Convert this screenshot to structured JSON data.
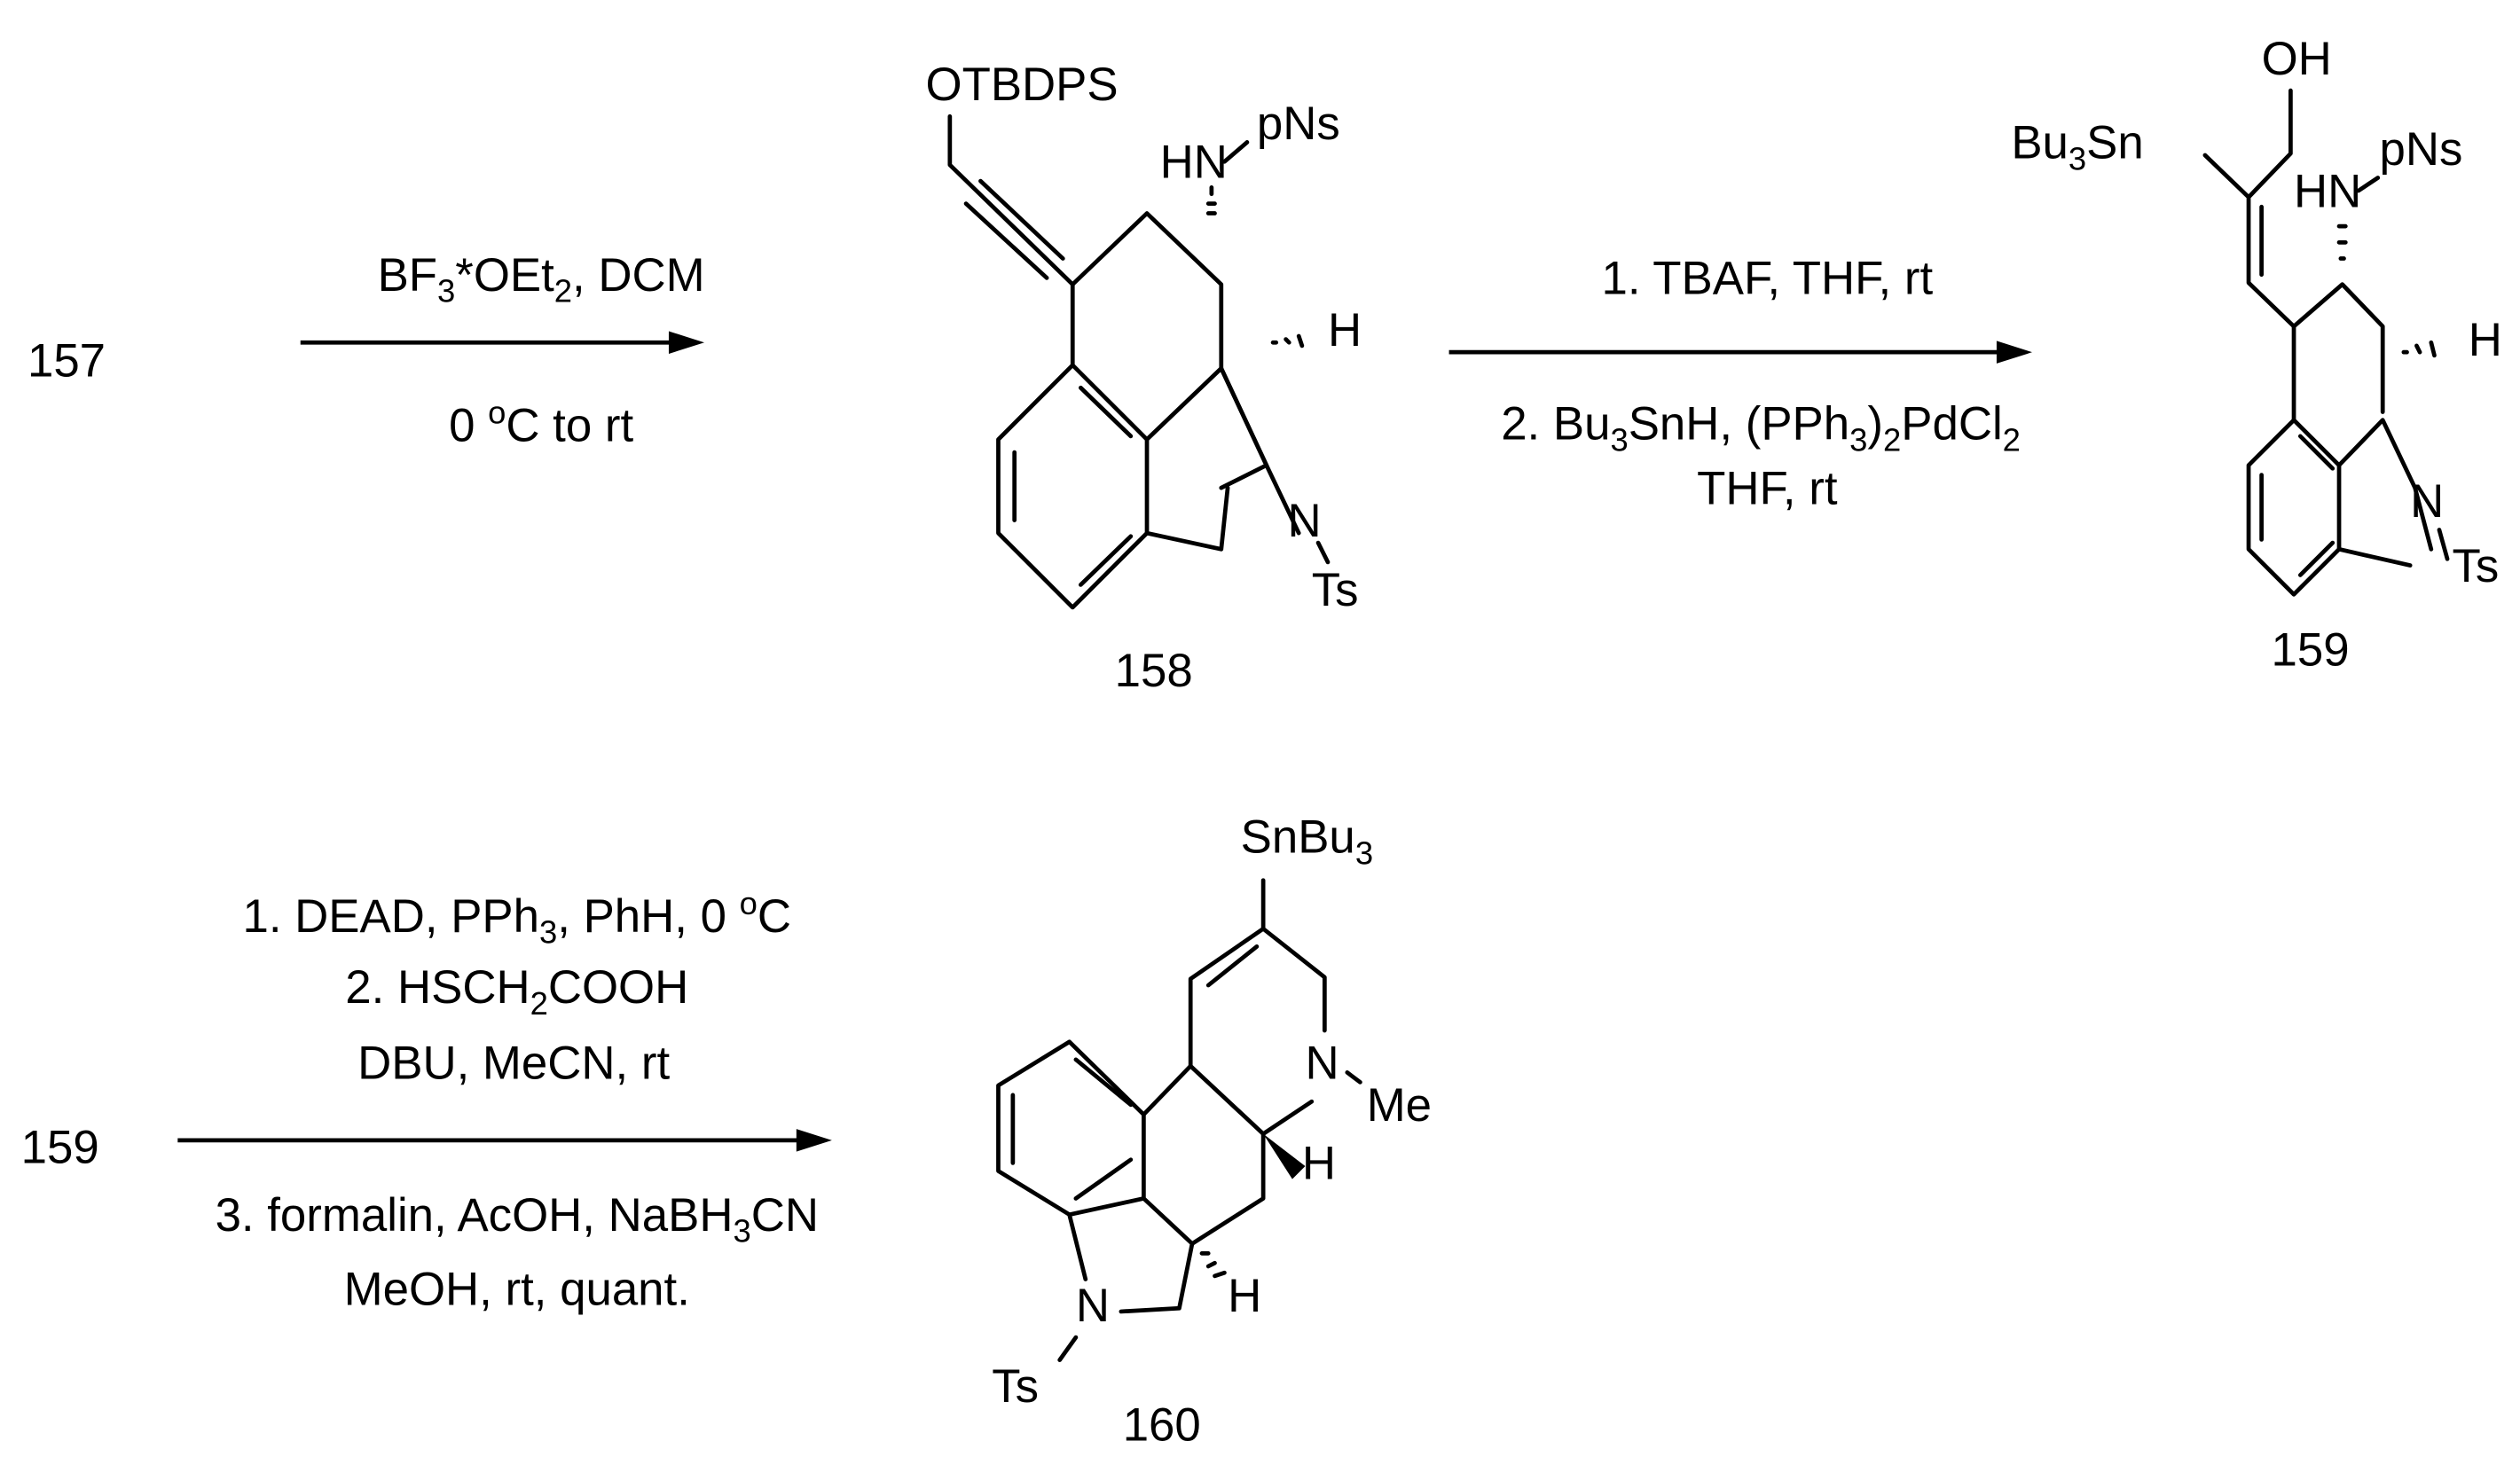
{
  "scheme": {
    "row1": {
      "step1": {
        "start_compound": "157",
        "conditions_above": "BF3*OEt2, DCM",
        "conditions_below": "0 oC to rt",
        "product": {
          "label": "158",
          "groups": {
            "top": "OTBDPS",
            "amine": "HN",
            "amine_sub": "pNs",
            "H": "H",
            "N": "N",
            "Ts": "Ts"
          }
        }
      },
      "step2": {
        "conditions_above": "1. TBAF, THF, rt",
        "conditions_below_1": "2. Bu3SnH, (PPh3)2PdCl2",
        "conditions_below_2": "THF, rt",
        "product": {
          "label": "159",
          "groups": {
            "OH": "OH",
            "stannyl": "Bu3Sn",
            "amine": "HN",
            "amine_sub": "pNs",
            "H": "H",
            "N": "N",
            "Ts": "Ts"
          }
        }
      }
    },
    "row2": {
      "start_compound": "159",
      "conditions_above": [
        "1. DEAD, PPh3, PhH, 0 oC",
        "2. HSCH2COOH",
        "DBU, MeCN, rt"
      ],
      "conditions_below": [
        "3. formalin, AcOH, NaBH3CN",
        "MeOH, rt, quant."
      ],
      "product": {
        "label": "160",
        "groups": {
          "stannyl": "SnBu3",
          "N_amine": "N",
          "Me": "Me",
          "H1": "H",
          "H2": "H",
          "N_indole": "N",
          "Ts": "Ts"
        }
      }
    }
  }
}
